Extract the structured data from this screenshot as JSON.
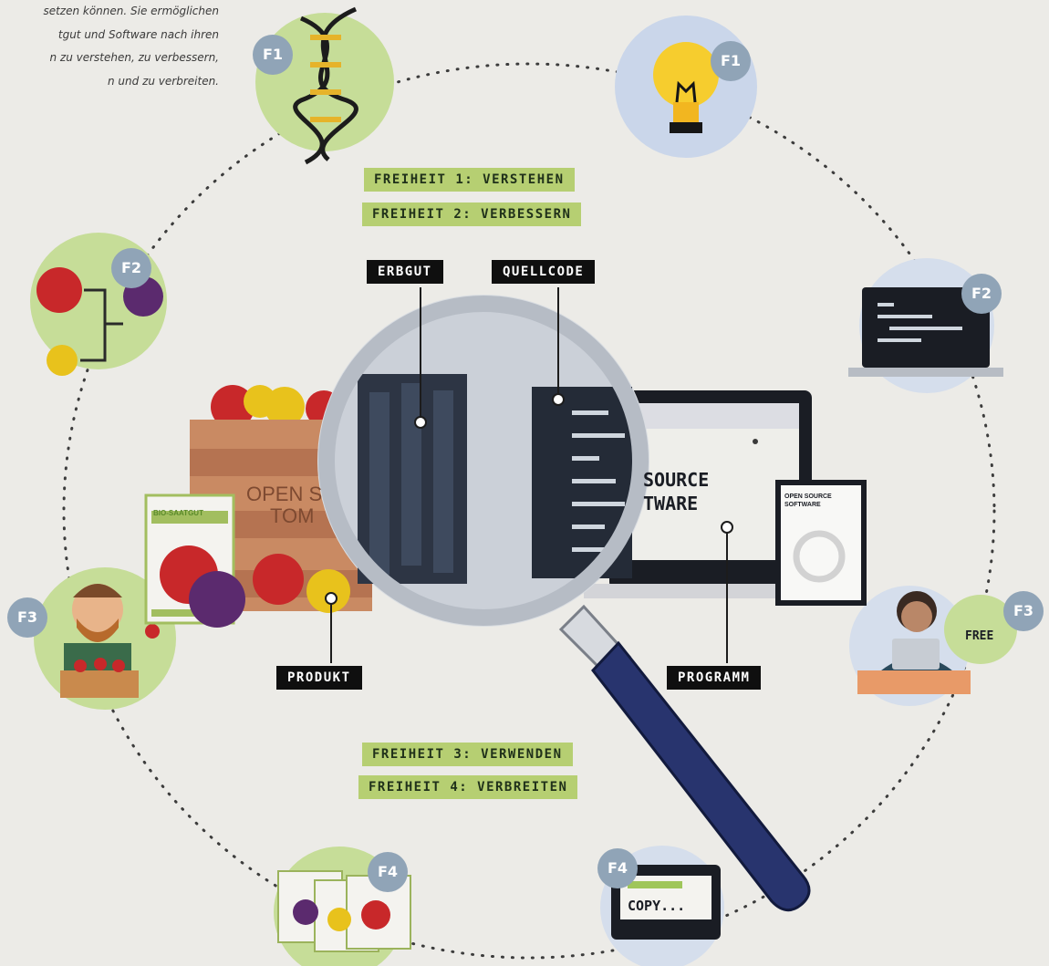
{
  "intro_lines": [
    "setzen können. Sie ermöglichen",
    "tgut und Software nach ihren",
    "n zu verstehen, zu verbessern,",
    "n und zu verbreiten."
  ],
  "freedoms": {
    "f1": "FREIHEIT 1: VERSTEHEN",
    "f2": "FREIHEIT 2: VERBESSERN",
    "f3": "FREIHEIT 3: VERWENDEN",
    "f4": "FREIHEIT 4: VERBREITEN"
  },
  "labels": {
    "erbgut": "ERBGUT",
    "quellcode": "QUELLCODE",
    "produkt": "PRODUKT",
    "programm": "PROGRAMM"
  },
  "badges": {
    "f1": "F1",
    "f2": "F2",
    "f3": "F3",
    "f4": "F4"
  },
  "crate_text": {
    "line1": "OPEN S",
    "line2": "TOM"
  },
  "seed_pack": {
    "brand": "BIO-SAATGUT"
  },
  "screen_text": {
    "line1": "SOURCE",
    "line2": "TWARE"
  },
  "book": {
    "title_line1": "OPEN SOURCE",
    "title_line2": "SOFTWARE"
  },
  "free_tag": "FREE",
  "copy_text": "COPY...",
  "icons": [
    "dna-icon",
    "lightbulb-icon",
    "tomato-cross-icon",
    "laptop-code-icon",
    "farmer-icon",
    "download-free-icon",
    "seed-packs-icon",
    "copy-computer-icon",
    "magnifier-icon"
  ],
  "colors": {
    "background": "#ecebe7",
    "green_label": "#b6cf72",
    "black_label": "#0f0f0f",
    "badge": "#90a4b7",
    "tomato_red": "#c8282a",
    "tomato_purple": "#5b2a6e",
    "tomato_yellow": "#e8c21c"
  }
}
